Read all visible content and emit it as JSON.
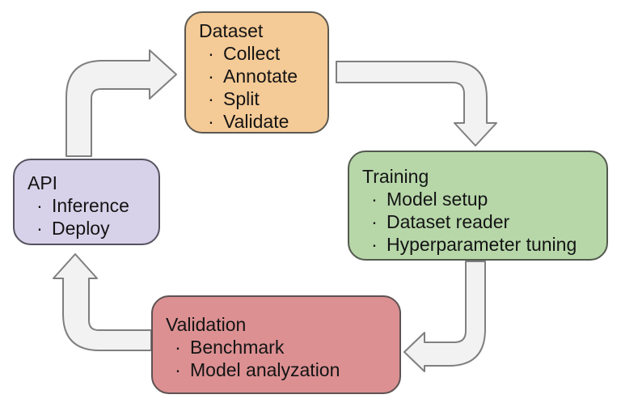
{
  "background": "#ffffff",
  "text_color": "#141414",
  "bullet_char": "·",
  "boxes": {
    "dataset": {
      "title": "Dataset",
      "items": [
        "Collect",
        "Annotate",
        "Split",
        "Validate"
      ],
      "fill": "#f4ca96",
      "border": "#5c5850"
    },
    "training": {
      "title": "Training",
      "items": [
        "Model setup",
        "Dataset reader",
        "Hyperparameter tuning"
      ],
      "fill": "#b7d7a9",
      "border": "#535a4e"
    },
    "validation": {
      "title": "Validation",
      "items": [
        "Benchmark",
        "Model analyzation"
      ],
      "fill": "#dc9092",
      "border": "#5e5252"
    },
    "api": {
      "title": "API",
      "items": [
        "Inference",
        "Deploy"
      ],
      "fill": "#d7d2e9",
      "border": "#565260"
    }
  },
  "arrows": {
    "fill": "#f2f2f2",
    "stroke": "#7f7f7f",
    "connections": [
      {
        "from": "API",
        "to": "Dataset"
      },
      {
        "from": "Dataset",
        "to": "Training"
      },
      {
        "from": "Training",
        "to": "Validation"
      },
      {
        "from": "Validation",
        "to": "API"
      }
    ]
  }
}
